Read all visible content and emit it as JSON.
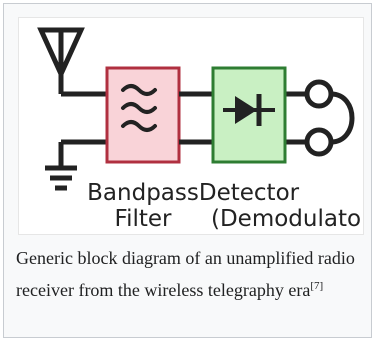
{
  "diagram": {
    "blocks": [
      {
        "label_line1": "Bandpass",
        "label_line2": "Filter",
        "fill": "#f9d3d8",
        "border": "#c0392b",
        "symbol": "bandpass-filter-icon"
      },
      {
        "label_line1": "Detector",
        "label_line2": "(Demodulator)",
        "fill": "#c9f0c3",
        "border": "#2e7d32",
        "symbol": "diode-icon"
      }
    ],
    "components": [
      "antenna-icon",
      "ground-icon",
      "earphone-icon"
    ],
    "line_color": "#222222"
  },
  "caption": {
    "text": "Generic block diagram of an unamplified radio receiver from the wireless telegraphy era",
    "reference": "[7]"
  }
}
